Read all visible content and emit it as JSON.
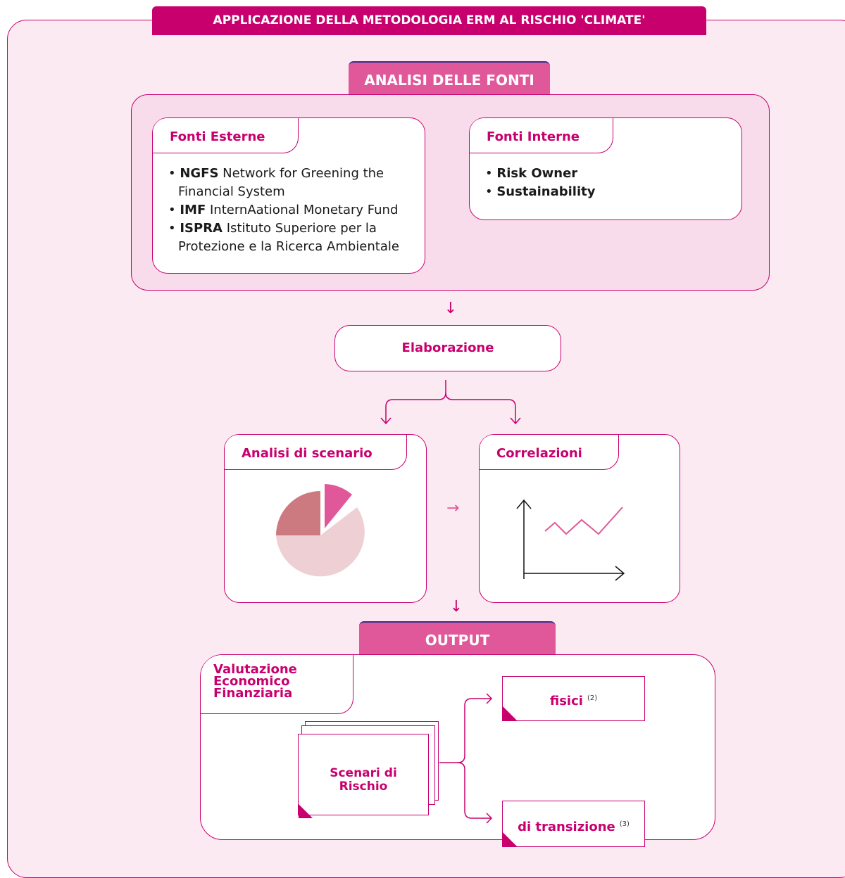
{
  "title": "APPLICAZIONE DELLA METODOLOGIA ERM AL RISCHIO 'CLIMATE'",
  "sources": {
    "tab": "ANALISI DELLE FONTI",
    "external": {
      "title": "Fonti Esterne",
      "items": [
        {
          "bold": "NGFS",
          "text": " Network for Greening the Financial System"
        },
        {
          "bold": "IMF",
          "text": " InternAational Monetary Fund"
        },
        {
          "bold": "ISPRA",
          "text": " Istituto Superiore per la Protezione e la Ricerca Ambientale"
        }
      ]
    },
    "internal": {
      "title": "Fonti Interne",
      "items": [
        {
          "bold": "Risk Owner"
        },
        {
          "bold": "Sustainability"
        }
      ]
    }
  },
  "elaborazione": "Elaborazione",
  "scenario": {
    "title": "Analisi di scenario",
    "pie_colors": [
      "#e0589a",
      "#cc7a7f",
      "#eed0d4"
    ]
  },
  "correlazioni": {
    "title": "Correlazioni",
    "line_color": "#e0589a"
  },
  "output": {
    "tab": "OUTPUT",
    "valutazione": [
      "Valutazione",
      "Economico",
      "Finanziaria"
    ],
    "scenari": [
      "Scenari di",
      "Rischio"
    ],
    "fisici": {
      "label": "fisici",
      "note": "(2)"
    },
    "transizione": {
      "label": "di transizione",
      "note": "(3)"
    }
  },
  "colors": {
    "magenta": "#c8006e",
    "pink": "#e0589a",
    "panel_bg": "#fbeaf2",
    "sources_bg": "#f8dceb"
  }
}
